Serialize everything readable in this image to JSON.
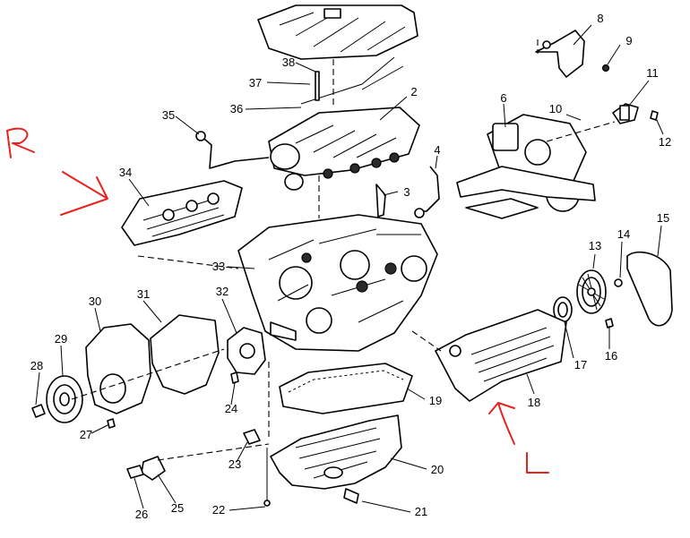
{
  "callouts": {
    "c2": "2",
    "c3": "3",
    "c4": "4",
    "c6": "6",
    "c8": "8",
    "c9": "9",
    "c10": "10",
    "c11": "11",
    "c12": "12",
    "c13": "13",
    "c14": "14",
    "c15": "15",
    "c16": "16",
    "c17": "17",
    "c18": "18",
    "c19": "19",
    "c20": "20",
    "c21": "21",
    "c22": "22",
    "c23": "23",
    "c24": "24",
    "c25": "25",
    "c26": "26",
    "c27": "27",
    "c28": "28",
    "c29": "29",
    "c30": "30",
    "c31": "31",
    "c32": "32",
    "c33": "33",
    "c34": "34",
    "c35": "35",
    "c36": "36",
    "c37": "37",
    "c38": "38"
  },
  "annotations": {
    "left_mark": "R",
    "right_mark": "L",
    "color": "#e8231f"
  }
}
